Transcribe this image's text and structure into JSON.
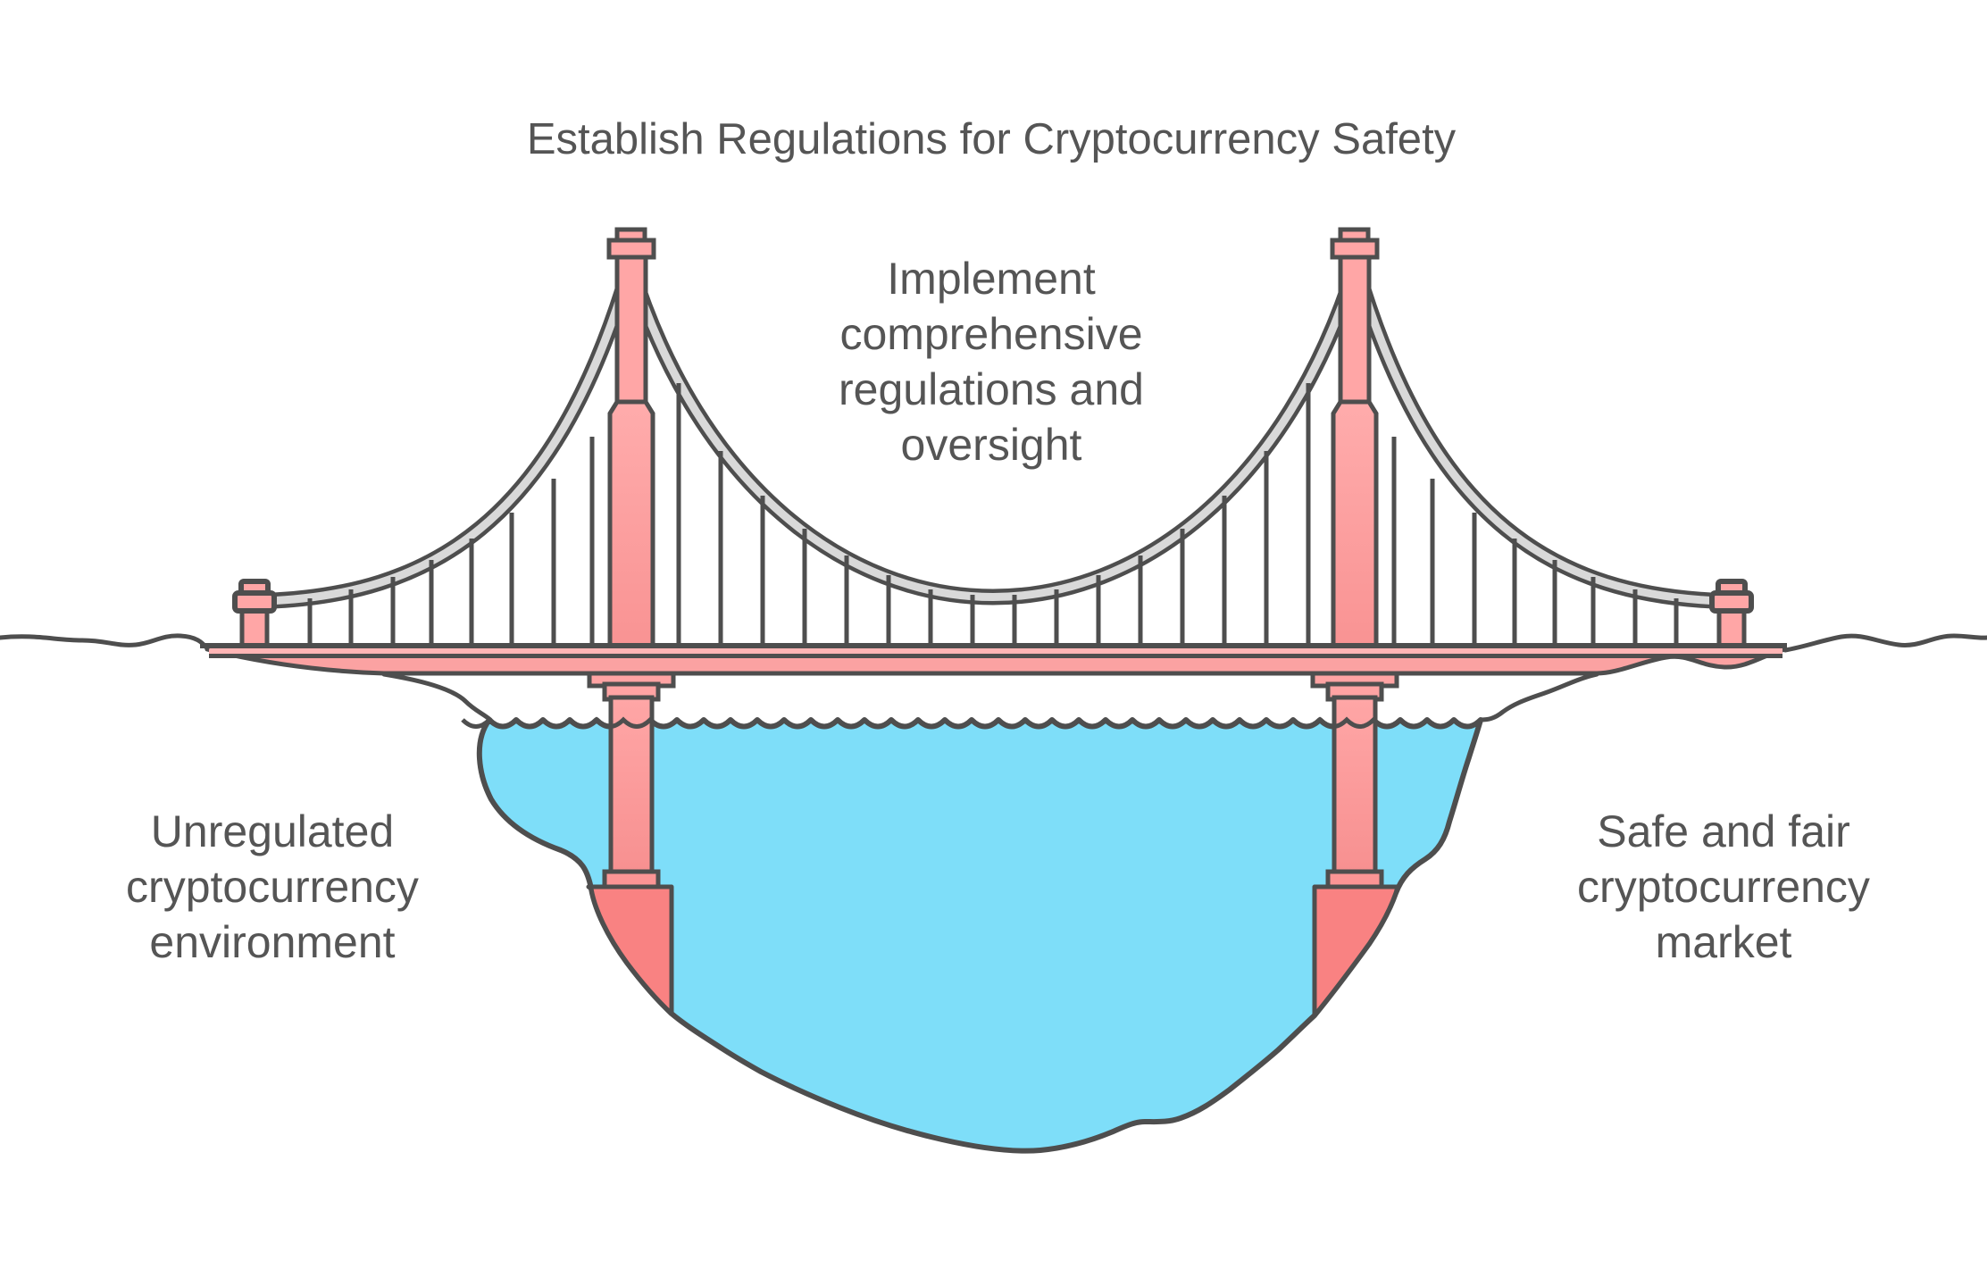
{
  "diagram": {
    "title": "Establish Regulations for Cryptocurrency Safety",
    "labels": {
      "center": "Implement\ncomprehensive\nregulations and\noversight",
      "left": "Unregulated\ncryptocurrency\nenvironment",
      "right": "Safe and fair\ncryptocurrency\nmarket"
    }
  },
  "colors": {
    "outline": "#4E4E4E",
    "tower_salmon": "#FFA6A6",
    "tower_salmon_dark": "#F89090",
    "pier_salmon": "#F98282",
    "deck_band": "#FBA2A2",
    "deck_strip": "#FFB5B5",
    "cable_gray": "#D9D9D9",
    "water_blue": "#7EDEF9",
    "text_gray": "#555555",
    "background": "#FFFFFF"
  }
}
